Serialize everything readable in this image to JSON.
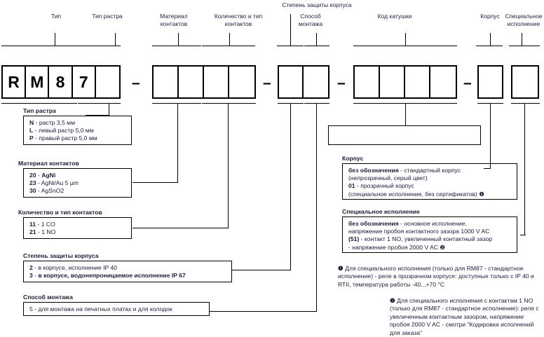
{
  "diagram": {
    "title_implicit": "RM87 relay ordering code structure",
    "headers": [
      {
        "key": "type",
        "label": "Тип"
      },
      {
        "key": "pitch_type",
        "label": "Тип растра"
      },
      {
        "key": "contact_material",
        "label": "Материал\nконтактов"
      },
      {
        "key": "contact_count",
        "label": "Количество и тип\nконтактов"
      },
      {
        "key": "enclosure_grade",
        "label": "Степень защиты корпуса"
      },
      {
        "key": "mounting",
        "label": "Способ\nмонтажа"
      },
      {
        "key": "coil_code",
        "label": "Код катушки"
      },
      {
        "key": "housing",
        "label": "Корпус"
      },
      {
        "key": "special",
        "label": "Специальное\nисполнение"
      }
    ],
    "code_groups": [
      {
        "key": "group-1",
        "cells": [
          "R",
          "M",
          "8",
          "7",
          ""
        ]
      },
      {
        "key": "group-2",
        "cells": [
          "",
          "",
          "",
          ""
        ]
      },
      {
        "key": "group-3",
        "cells": [
          "",
          ""
        ]
      },
      {
        "key": "group-4",
        "cells": [
          "",
          "",
          "",
          ""
        ]
      },
      {
        "key": "group-5",
        "cells": [
          ""
        ]
      },
      {
        "key": "group-6",
        "cells": [
          ""
        ]
      }
    ],
    "separators": [
      "–",
      "–",
      "–",
      "–"
    ]
  },
  "legends_left": [
    {
      "key": "pitch",
      "title": "Тип растра",
      "rows": [
        {
          "code": "N",
          "sep": "-",
          "text": "растр 3,5 мм"
        },
        {
          "code": "L",
          "sep": "-",
          "text": "левый растр 5,0 мм"
        },
        {
          "code": "P",
          "sep": "-",
          "text": "правый растр 5,0 мм"
        }
      ]
    },
    {
      "key": "material",
      "title": "Материал контактов",
      "rows": [
        {
          "code": "20",
          "sep": "-",
          "text": "AgNi"
        },
        {
          "code": "23",
          "sep": "-",
          "text": "AgNi/Au 5 µm"
        },
        {
          "code": "30",
          "sep": "-",
          "text": "AgSnO2"
        }
      ]
    },
    {
      "key": "contacts",
      "title": "Количество и тип контактов",
      "rows": [
        {
          "code": "11",
          "sep": "-",
          "text": "1 CO"
        },
        {
          "code": "21",
          "sep": "-",
          "text": "1 NO"
        }
      ]
    },
    {
      "key": "protection",
      "title": "Степень защиты корпуса",
      "rows": [
        {
          "code": "2",
          "sep": "-",
          "text": "в корпусе, исполнение IP 40"
        },
        {
          "code": "3",
          "sep": "-",
          "text": "в корпусе, водонепроницаемое исполнение IP 67"
        }
      ]
    },
    {
      "key": "mounting",
      "title": "Способ монтажа",
      "rows": [
        {
          "code": "5",
          "sep": "-",
          "text": "для монтажа на печатных платах и для колодок"
        }
      ]
    }
  ],
  "legends_right": [
    {
      "key": "housing",
      "title": "Корпус",
      "lines": [
        {
          "bold": "без обозначения",
          "text": " - стандартный корпус"
        },
        {
          "bold": "",
          "text": "(непрозрачный, серый цвет)"
        },
        {
          "bold": "01",
          "text": " - прозрачный корпус"
        },
        {
          "bold": "",
          "text": "(специальное исполнение, без сертификатов) ❶"
        }
      ]
    },
    {
      "key": "special",
      "title": "Специальное исполнение",
      "lines": [
        {
          "bold": "без обозначения",
          "text": " - основное исполнение,"
        },
        {
          "bold": "",
          "text": "напряжение пробоя контактного зазора 1000 V AC"
        },
        {
          "bold": "(51)",
          "text": " - контакт 1 NO, увеличенный контактный зазор"
        },
        {
          "bold": "",
          "text": "- напряжение пробоя 2000 V AC ❷"
        }
      ]
    }
  ],
  "footnotes": [
    {
      "key": "footnote-1",
      "marker": "❶",
      "text": " Для специального исполнения (только для RM87 - стандартное исполнение) - реле в прозрачном корпусе: доступные только с IP 40 и RTII, температура работы -40...+70 °C"
    },
    {
      "key": "footnote-2",
      "marker": "❷",
      "text": " Для специального исполнения с контактам 1 NO (только для RM87 - стандартное исполнение): реле с увеличенным контактным зазором, напряжение пробоя 2000 V AC - смотри \"Кодировка исполнений для заказа\""
    }
  ],
  "colors": {
    "ink": "#1b1b3a",
    "line": "#000000",
    "background": "#ffffff"
  }
}
